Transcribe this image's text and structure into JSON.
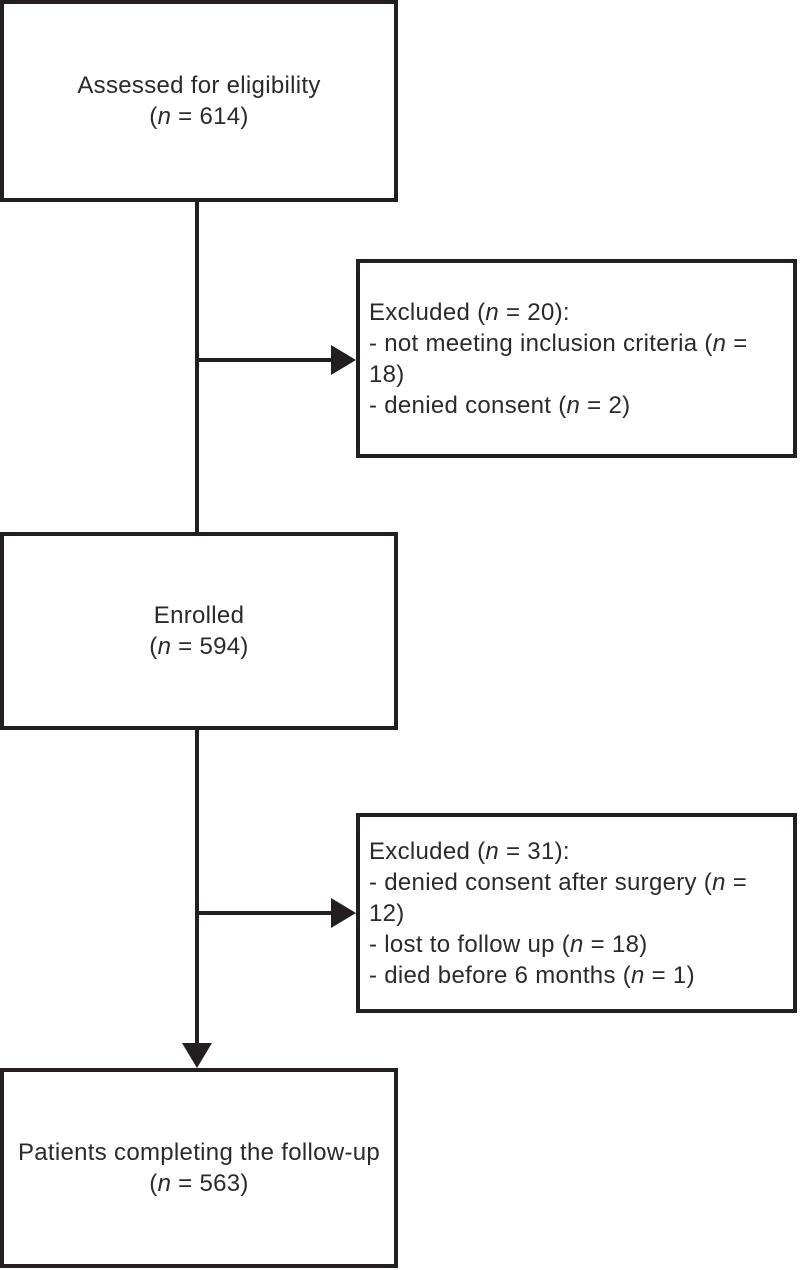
{
  "diagram": {
    "type": "patient-flow-chart",
    "background": "#ffffff",
    "stroke_color": "#231f20",
    "text_color": "#2b2a29",
    "boxes": {
      "assessed": {
        "lines": [
          "Assessed for eligibility",
          "(n = 614)"
        ]
      },
      "excluded_1": {
        "lines": [
          "Excluded (n = 20):",
          "- not meeting inclusion criteria (n = 18)",
          "- denied consent (n = 2)"
        ]
      },
      "enrolled": {
        "lines": [
          "Enrolled",
          "(n = 594)"
        ]
      },
      "excluded_2": {
        "lines": [
          "Excluded (n = 31):",
          "- denied consent after surgery (n = 12)",
          "- lost to follow up (n = 18)",
          "- died before 6 months (n = 1)"
        ]
      },
      "completed": {
        "lines": [
          "Patients completing the follow-up",
          "(n = 563)"
        ]
      }
    }
  }
}
